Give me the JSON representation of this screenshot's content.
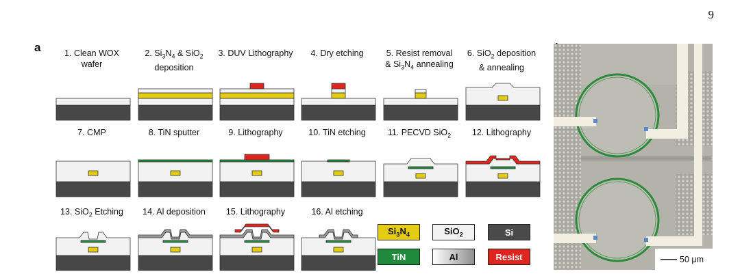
{
  "page_number": "9",
  "panel_a_label": "a",
  "panel_b_label": "b",
  "steps": [
    {
      "title_l1": "1. Clean WOX",
      "title_l2": "wafer"
    },
    {
      "title_l1": "2. Si3N4 & SiO2",
      "title_l2": "deposition"
    },
    {
      "title_l1": "3. DUV Lithography",
      "title_l2": ""
    },
    {
      "title_l1": "4. Dry etching",
      "title_l2": ""
    },
    {
      "title_l1": "5. Resist removal",
      "title_l2": "& Si3N4 annealing"
    },
    {
      "title_l1": "6. SiO2 deposition",
      "title_l2": "& annealing"
    },
    {
      "title_l1": "7. CMP",
      "title_l2": ""
    },
    {
      "title_l1": "8. TiN sputter",
      "title_l2": ""
    },
    {
      "title_l1": "9. Lithography",
      "title_l2": ""
    },
    {
      "title_l1": "10. TiN etching",
      "title_l2": ""
    },
    {
      "title_l1": "11. PECVD SiO2",
      "title_l2": ""
    },
    {
      "title_l1": "12. Lithography",
      "title_l2": ""
    },
    {
      "title_l1": "13. SiO2 Etching",
      "title_l2": ""
    },
    {
      "title_l1": "14. Al deposition",
      "title_l2": ""
    },
    {
      "title_l1": "15. Lithography",
      "title_l2": ""
    },
    {
      "title_l1": "16. Al etching",
      "title_l2": ""
    }
  ],
  "legend": [
    {
      "label": "Si3N4",
      "color": "#e3cc12",
      "text_color": "#111111"
    },
    {
      "label": "SiO2",
      "color": "#f2f2f2",
      "text_color": "#111111"
    },
    {
      "label": "Si",
      "color": "#4a4a4a",
      "text_color": "#ffffff"
    },
    {
      "label": "TiN",
      "color": "#1f8a3c",
      "text_color": "#ffffff"
    },
    {
      "label": "Al",
      "color": "#9a9a9a",
      "text_color": "#111111"
    },
    {
      "label": "Resist",
      "color": "#e0251f",
      "text_color": "#ffffff"
    }
  ],
  "scale_bar_label": "50 μm"
}
